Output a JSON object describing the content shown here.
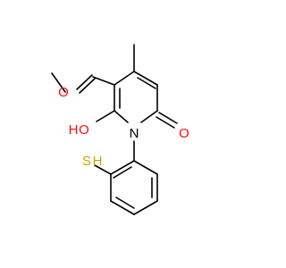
{
  "colors": {
    "bond": "#000000",
    "oxygen": "#ff0d0d",
    "sulfur": "#c8a600",
    "background": "#ffffff"
  },
  "atoms": {
    "o_acetyl": "O",
    "o_hydroxy": "O",
    "h_hydroxy": "H",
    "o_carbonyl": "O",
    "n_ring": "N",
    "s_thiol": "S",
    "h_thiol": "H"
  }
}
